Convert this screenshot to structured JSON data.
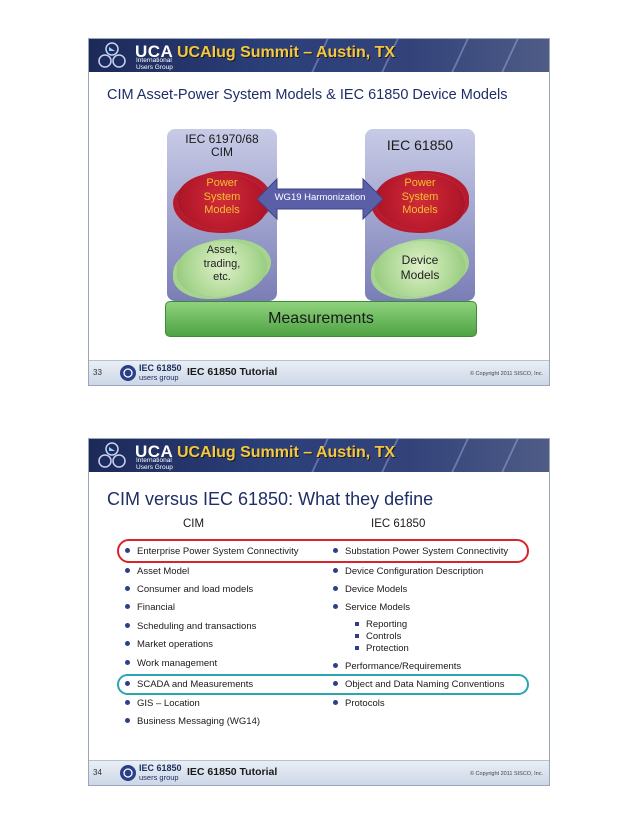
{
  "header": {
    "logo_text": "UCA",
    "logo_sub1": "International",
    "logo_sub2": "Users Group",
    "title": "UCAIug Summit – Austin, TX"
  },
  "footer": {
    "logo_t1": "IEC 61850",
    "logo_t2": "users group",
    "title": "IEC 61850 Tutorial",
    "copyright": "© Copyright 2011 SISCO, Inc."
  },
  "slide1": {
    "number": "33",
    "title": "CIM Asset-Power System Models & IEC 61850 Device Models",
    "cim_title_line1": "IEC 61970/68",
    "cim_title_line2": "CIM",
    "iec_title": "IEC 61850",
    "arrow_label": "WG19 Harmonization",
    "cim_red": [
      "Power",
      "System",
      "Models"
    ],
    "cim_green": [
      "Asset,",
      "trading,",
      "etc."
    ],
    "iec_red": [
      "Power",
      "System",
      "Models"
    ],
    "iec_green": [
      "Device",
      "Models"
    ],
    "measurements": "Measurements",
    "colors": {
      "red_cloud": "#b3172a",
      "red_text": "#f1c12e",
      "green_cloud": "#a8d690",
      "arrow": "#5a5fa8"
    }
  },
  "slide2": {
    "number": "34",
    "title": "CIM versus IEC 61850: What they define",
    "left_head": "CIM",
    "right_head": "IEC 61850",
    "left_items": [
      "Enterprise Power System Connectivity",
      "Asset Model",
      "Consumer and load models",
      "Financial",
      "Scheduling and transactions",
      "Market operations",
      "Work management",
      "SCADA and Measurements",
      "GIS – Location",
      "Business Messaging (WG14)"
    ],
    "right_items": [
      "Substation Power System Connectivity",
      "Device Configuration Description",
      "Device Models",
      "Service Models",
      "Performance/Requirements",
      "Object and Data Naming Conventions",
      "Protocols"
    ],
    "service_sub_items": [
      "Reporting",
      "Controls",
      "Protection"
    ],
    "colors": {
      "red_oval": "#d9232d",
      "teal_oval": "#2aa6b3"
    }
  }
}
